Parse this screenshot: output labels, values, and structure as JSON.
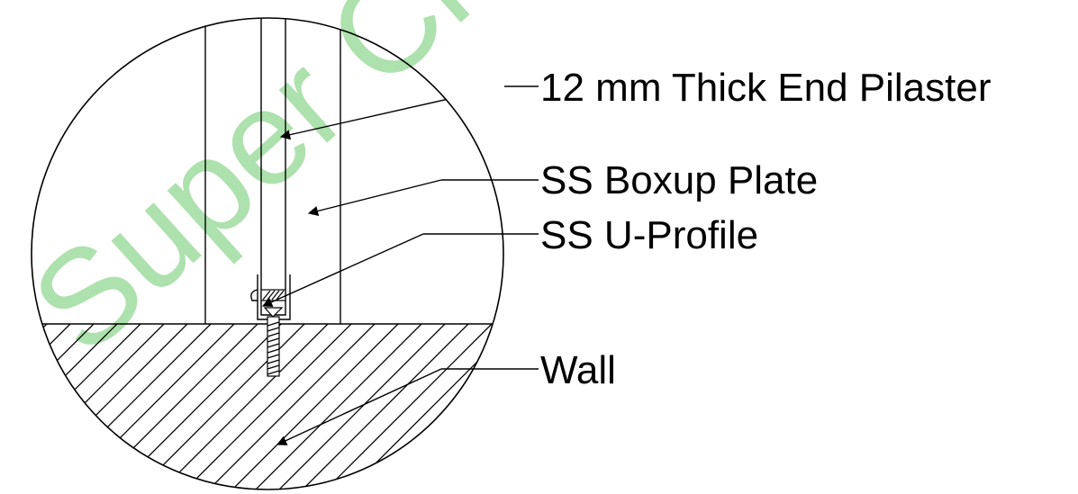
{
  "watermark": {
    "text": "Super Creat",
    "color": "#9fdc9f"
  },
  "callouts": {
    "pilaster": "12 mm Thick End Pilaster",
    "boxup_plate": "SS Boxup Plate",
    "u_profile": "SS U-Profile",
    "wall": "Wall"
  },
  "colors": {
    "line": "#000000",
    "background": "#ffffff"
  }
}
